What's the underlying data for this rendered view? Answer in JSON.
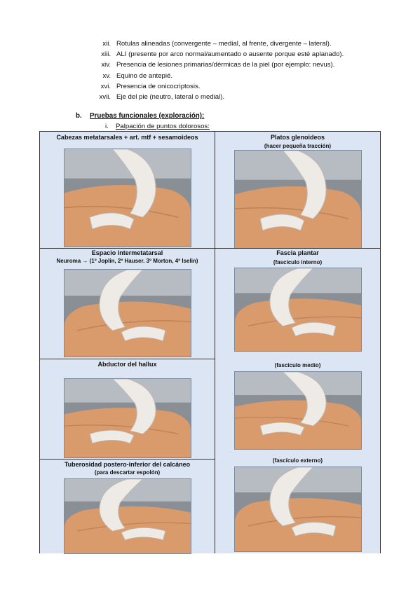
{
  "list_items": [
    {
      "num": "xii.",
      "text": "Rotulas alineadas (convergente – medial, al frente, divergente – lateral)."
    },
    {
      "num": "xiii.",
      "text": "ALI (presente por arco normal/aumentado o ausente porque esté aplanado)."
    },
    {
      "num": "xiv.",
      "text": "Presencia de lesiones primarias/dérmicas de la piel (por ejemplo: nevus)."
    },
    {
      "num": "xv.",
      "text": "Equino de antepié."
    },
    {
      "num": "xvi.",
      "text": "Presencia de onicocriptosis."
    },
    {
      "num": "xvii.",
      "text": "Eje del pie (neutro, lateral o medial)."
    }
  ],
  "section": {
    "label": "b.",
    "title": "Pruebas funcionales (exploración):"
  },
  "subsection": {
    "label": "i.",
    "title": "Palpación de puntos dolorosos:"
  },
  "cells": {
    "metatarsal": {
      "title": "Cabezas metatarsales + art. mtf + sesamoideos"
    },
    "glenoid": {
      "title": "Platos glenoideos",
      "subtitle": "(hacer pequeña tracción)"
    },
    "neuroma": {
      "title": "Espacio intermetatarsal",
      "subtitle": "Neuroma → (1º Joplin, 2º Hauser. 3º Morton, 4º Iselin)"
    },
    "fascia": {
      "title": "Fascia plantar",
      "subtitle": "(fascículo interno)"
    },
    "abductor": {
      "title": "Abductor del hallux"
    },
    "fascia_medio": {
      "subtitle": "(fascículo medio)"
    },
    "calcaneo": {
      "title": "Tuberosidad postero-inferior del calcáneo",
      "subtitle": "(para descartar espolón)"
    },
    "fascia_externo": {
      "subtitle": "(fascículo externo)"
    }
  },
  "colors": {
    "cell_bg": "#dce5f4",
    "skin": "#d99a6c",
    "glove": "#eeeae6"
  }
}
